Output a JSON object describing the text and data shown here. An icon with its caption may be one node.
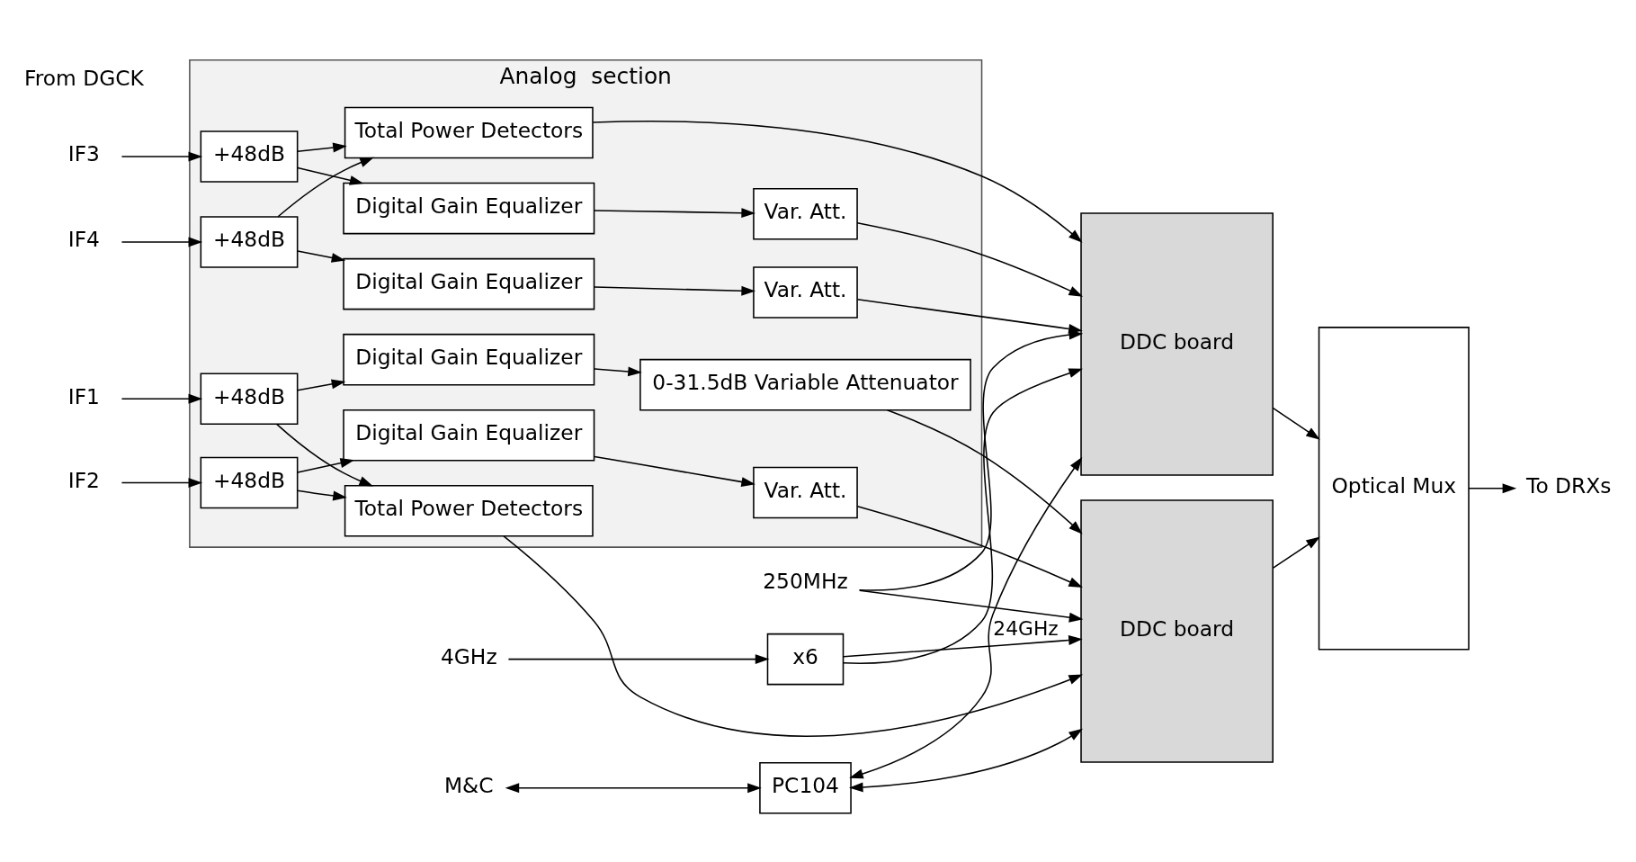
{
  "diagram": {
    "nodes": [
      {
        "text": [
          "Analog  section"
        ]
      },
      {
        "text": [
          "Total Power Detectors"
        ],
        "in": 0
      },
      {
        "text": [
          "IF1"
        ]
      },
      {
        "text": [
          "+48dB"
        ],
        "in": 0
      },
      {
        "text": [
          "Digital Gain Equalizer"
        ],
        "in": 0
      },
      {
        "text": [
          "0-31.5dB Variable Attenuator"
        ],
        "in": 0
      },
      {
        "text": [
          "IF2"
        ]
      },
      {
        "text": [
          "+48dB"
        ],
        "in": 0
      },
      {
        "text": [
          "Digital Gain Equalizer"
        ],
        "in": 0
      },
      {
        "text": [
          "Var. Att."
        ],
        "in": 0
      },
      {
        "text": [
          "Total Power Detectors"
        ],
        "in": 0
      },
      {
        "text": [
          "IF3"
        ]
      },
      {
        "text": [
          "+48dB"
        ],
        "in": 0
      },
      {
        "text": [
          "Digital Gain Equalizer"
        ],
        "in": 0
      },
      {
        "text": [
          "Var. Att."
        ],
        "in": 0
      },
      {
        "text": [
          "IF4"
        ]
      },
      {
        "text": [
          "+48dB"
        ],
        "in": 0
      },
      {
        "text": [
          "Digital Gain Equalizer"
        ],
        "in": 0
      },
      {
        "text": [
          "Var. Att."
        ],
        "in": 0
      },
      {
        "text": [
          "DDC board"
        ]
      },
      {
        "text": [
          "DDC board"
        ]
      },
      {
        "text": [
          "Optical Mux"
        ]
      },
      {
        "text": [
          "To DRXs"
        ]
      },
      {
        "text": [
          "PC104"
        ]
      },
      {
        "text": [
          "x6"
        ]
      },
      {
        "text": [
          "4GHz"
        ]
      },
      {
        "text": [
          "250MHz"
        ]
      },
      {
        "text": [
          "M&C"
        ]
      }
    ],
    "edges": [
      {
        "from": 2,
        "to": 3,
        "arrow": "to"
      },
      {
        "from": 3,
        "to": 1,
        "arrow": "to"
      },
      {
        "from": 3,
        "to": 4,
        "arrow": "to"
      },
      {
        "from": 4,
        "to": 5,
        "arrow": "to"
      },
      {
        "from": 1,
        "to": 19,
        "arrow": "to"
      },
      {
        "from": 5,
        "to": 19,
        "arrow": "to"
      },
      {
        "from": 6,
        "to": 7,
        "arrow": "to"
      },
      {
        "from": 7,
        "to": 1,
        "arrow": "to"
      },
      {
        "from": 7,
        "to": 8,
        "arrow": "to"
      },
      {
        "from": 8,
        "to": 9,
        "arrow": "to"
      },
      {
        "from": 9,
        "to": 19,
        "arrow": "to"
      },
      {
        "from": 11,
        "to": 12,
        "arrow": "to"
      },
      {
        "from": 12,
        "to": 10,
        "arrow": "to"
      },
      {
        "from": 12,
        "to": 13,
        "arrow": "to"
      },
      {
        "from": 13,
        "to": 14,
        "arrow": "to"
      },
      {
        "from": 10,
        "to": 20,
        "arrow": "to"
      },
      {
        "from": 14,
        "to": 20,
        "arrow": "to"
      },
      {
        "from": 15,
        "to": 16,
        "arrow": "to"
      },
      {
        "from": 16,
        "to": 10,
        "arrow": "to"
      },
      {
        "from": 16,
        "to": 17,
        "arrow": "to"
      },
      {
        "from": 17,
        "to": 18,
        "arrow": "to"
      },
      {
        "from": 18,
        "to": 20,
        "arrow": "to"
      },
      {
        "from": 19,
        "to": 21,
        "arrow": "to"
      },
      {
        "from": 20,
        "to": 21,
        "arrow": "to"
      },
      {
        "from": 21,
        "to": 22,
        "arrow": "to"
      },
      {
        "from": 25,
        "to": 24,
        "arrow": "to"
      },
      {
        "from": 24,
        "to": 19,
        "arrow": "to",
        "label": "24GHz"
      },
      {
        "from": 24,
        "to": 20,
        "arrow": "to"
      },
      {
        "from": 26,
        "to": 19,
        "arrow": "to"
      },
      {
        "from": 26,
        "to": 20,
        "arrow": "to"
      },
      {
        "from": 23,
        "to": 19,
        "arrow": "both"
      },
      {
        "from": 23,
        "to": 20,
        "arrow": "both"
      },
      {
        "from": 27,
        "to": 23,
        "arrow": "both"
      }
    ],
    "labels": [
      "From DGCK"
    ]
  }
}
